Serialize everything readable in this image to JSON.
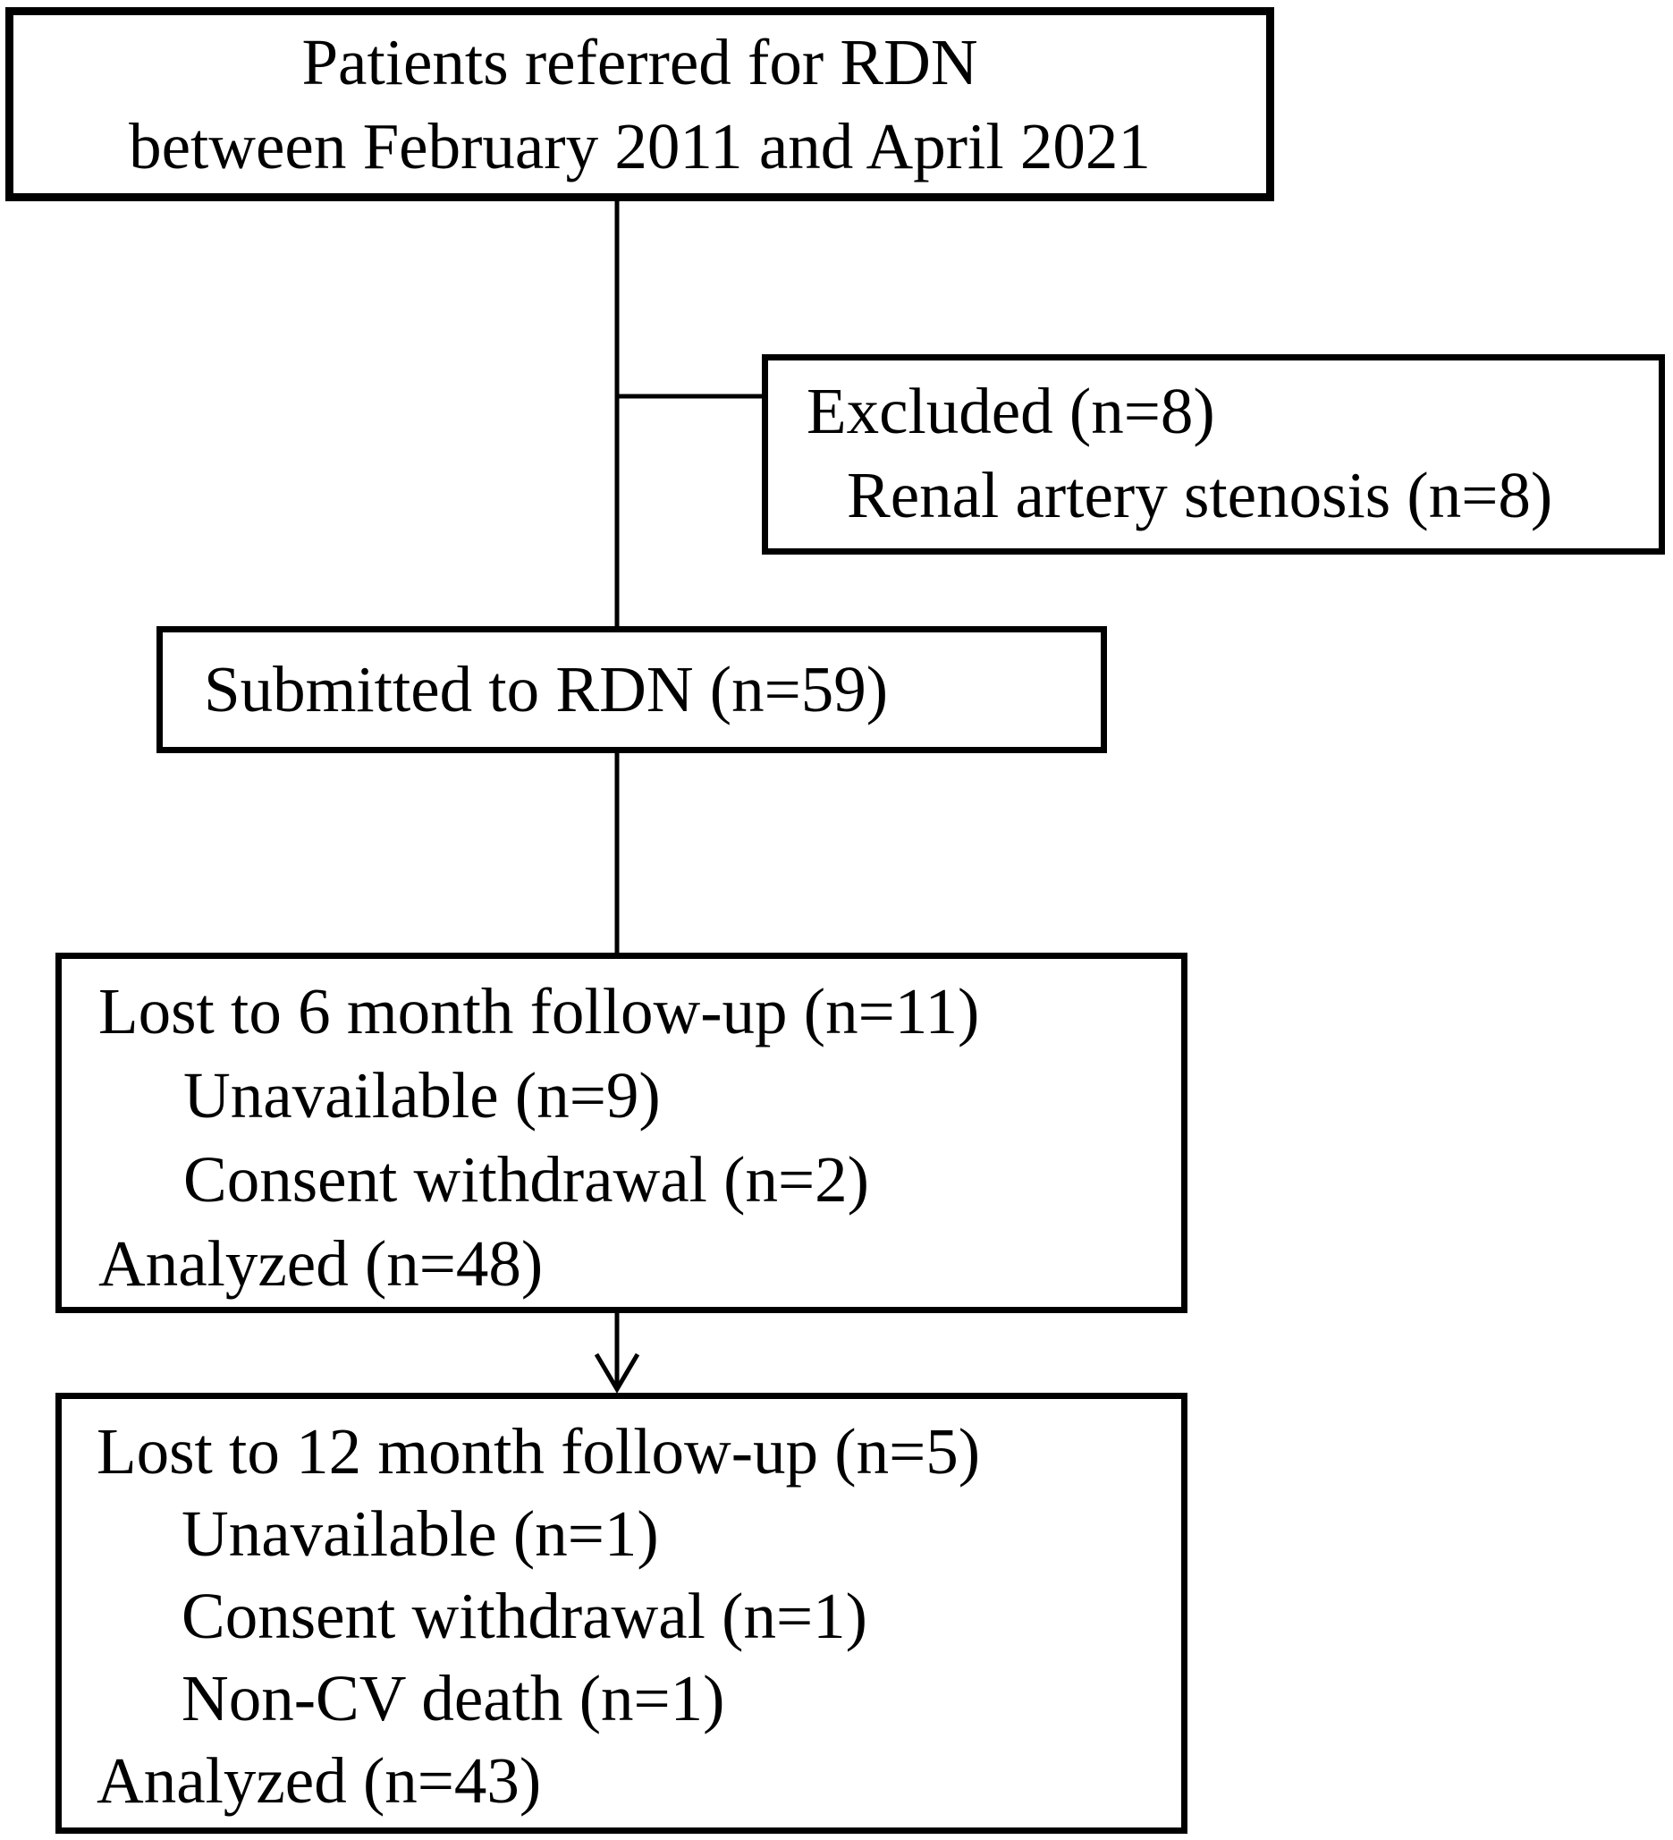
{
  "colors": {
    "ink": "#000000",
    "paper": "#ffffff"
  },
  "boxes": {
    "referred": {
      "lines": [
        "Patients referred for RDN",
        "between February 2011 and April 2021"
      ]
    },
    "excluded": {
      "lines": [
        "Excluded (n=8)",
        "Renal artery stenosis (n=8)"
      ]
    },
    "submitted": {
      "lines": [
        "Submitted to RDN (n=59)"
      ]
    },
    "followup6": {
      "lines": [
        "Lost to 6 month follow-up (n=11)",
        "Unavailable (n=9)",
        "Consent withdrawal (n=2)",
        "Analyzed (n=48)"
      ]
    },
    "followup12": {
      "lines": [
        "Lost to 12 month follow-up (n=5)",
        "Unavailable (n=1)",
        "Consent withdrawal (n=1)",
        "Non-CV death (n=1)",
        "Analyzed (n=43)"
      ]
    }
  }
}
